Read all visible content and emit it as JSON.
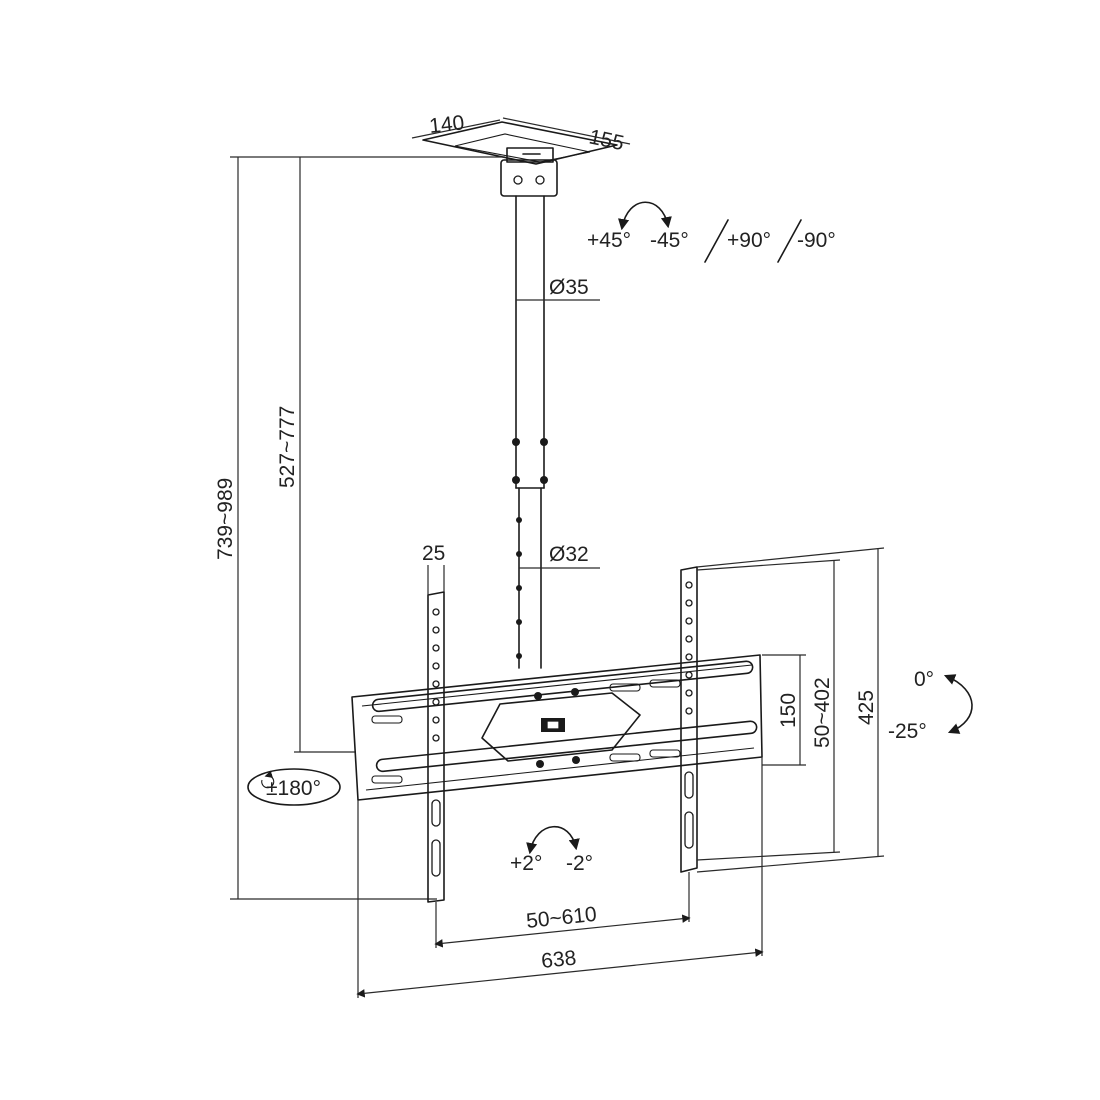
{
  "dimensions": {
    "plate_width": "140",
    "plate_depth": "155",
    "pole_top_diameter": "Ø35",
    "pole_lower_diameter": "Ø32",
    "overall_height": "739~989",
    "drop_height": "527~777",
    "arm_width": "25",
    "vesa_horizontal": "50~610",
    "bracket_width": "638",
    "bracket_height": "150",
    "vesa_vertical": "50~402",
    "arm_height": "425"
  },
  "rotations": {
    "swivel_left": "+45°",
    "swivel_right": "-45°",
    "rotate_pos": "+90°",
    "rotate_neg": "-90°",
    "pan": "±180°",
    "tilt_up": "0°",
    "tilt_down": "-25°",
    "level_pos": "+2°",
    "level_neg": "-2°"
  }
}
